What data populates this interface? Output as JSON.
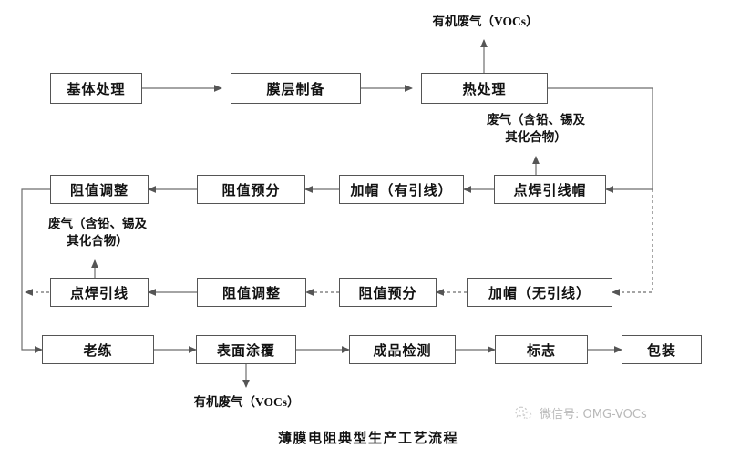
{
  "diagram": {
    "caption": "薄膜电阻典型生产工艺流程",
    "nodes": [
      {
        "id": "n1",
        "label": "基体处理"
      },
      {
        "id": "n2",
        "label": "膜层制备"
      },
      {
        "id": "n3",
        "label": "热处理"
      },
      {
        "id": "n4",
        "label": "阻值调整"
      },
      {
        "id": "n5",
        "label": "阻值预分"
      },
      {
        "id": "n6",
        "label": "加帽（有引线）"
      },
      {
        "id": "n7",
        "label": "点焊引线帽"
      },
      {
        "id": "n8",
        "label": "点焊引线"
      },
      {
        "id": "n9",
        "label": "阻值调整"
      },
      {
        "id": "n10",
        "label": "阻值预分"
      },
      {
        "id": "n11",
        "label": "加帽（无引线）"
      },
      {
        "id": "n12",
        "label": "老练"
      },
      {
        "id": "n13",
        "label": "表面涂覆"
      },
      {
        "id": "n14",
        "label": "成品检测"
      },
      {
        "id": "n15",
        "label": "标志"
      },
      {
        "id": "n16",
        "label": "包装"
      }
    ],
    "annotations": [
      {
        "id": "a1",
        "text": "有机废气（VOCs）",
        "source": "热处理"
      },
      {
        "id": "a2",
        "line1": "废气（含铅、锡及",
        "line2": "其化合物）",
        "source": "点焊引线帽"
      },
      {
        "id": "a3",
        "line1": "废气（含铅、锡及",
        "line2": "其化合物）",
        "source": "点焊引线"
      },
      {
        "id": "a4",
        "text": "有机废气（VOCs）",
        "source": "表面涂覆"
      }
    ]
  },
  "watermark": {
    "text": "微信号: OMG-VOCs",
    "icon": "wechat-sparkle-icon",
    "color": "#b9b9b9"
  },
  "style": {
    "line_color": "#6d6d6d",
    "box_border": "#555555",
    "text_color": "#111111",
    "background": "#ffffff"
  }
}
